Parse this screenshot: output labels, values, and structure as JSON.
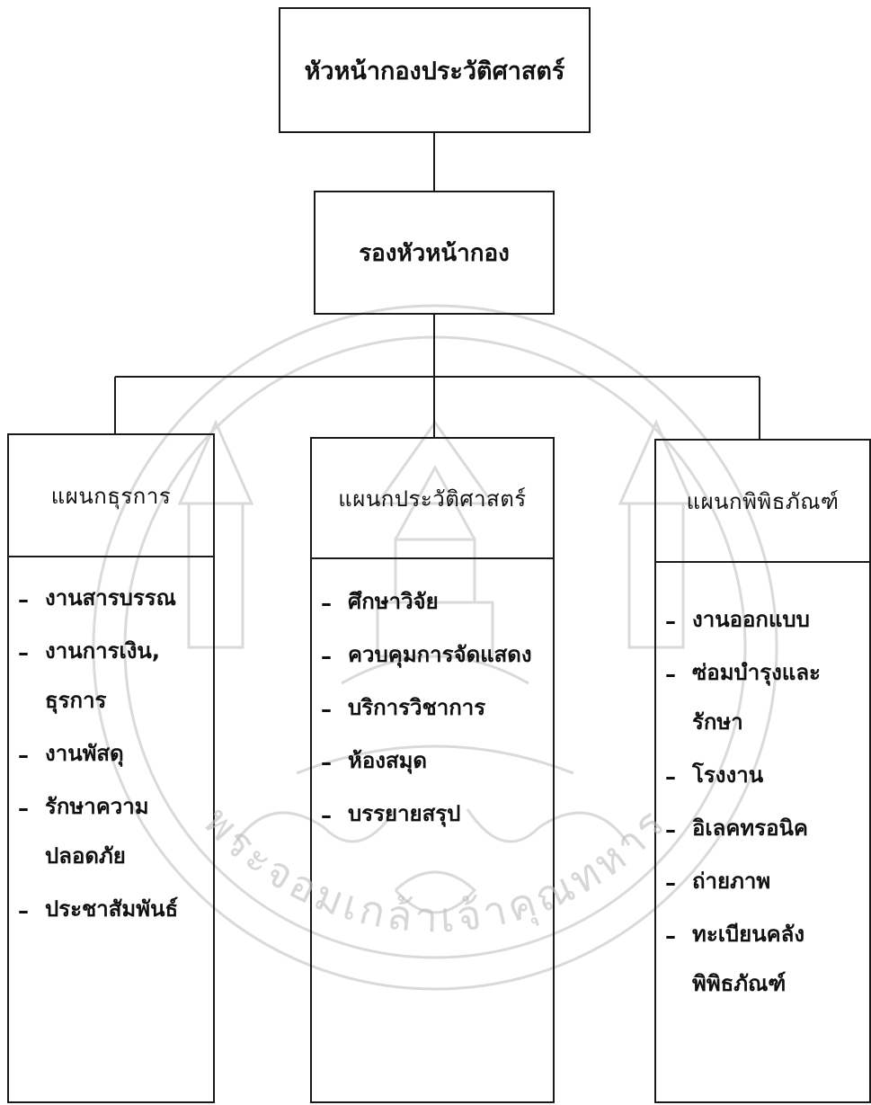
{
  "org_chart": {
    "head": {
      "title": "หัวหน้ากองประวัติศาสตร์"
    },
    "deputy": {
      "title": "รองหัวหน้ากอง"
    },
    "departments": [
      {
        "name": "แผนกธุรการ",
        "items": [
          "งานสารบรรณ",
          "งานการเงิน, ธุรการ",
          "งานพัสดุ",
          "รักษาความปลอดภัย",
          "ประชาสัมพันธ์"
        ]
      },
      {
        "name": "แผนกประวัติศาสตร์",
        "items": [
          "ศึกษาวิจัย",
          "ควบคุมการจัดแสดง",
          "บริการวิชาการ",
          "ห้องสมุด",
          "บรรยายสรุป"
        ]
      },
      {
        "name": "แผนกพิพิธภัณฑ์",
        "items": [
          "งานออกแบบ",
          "ซ่อมบำรุงและรักษา",
          "โรงงาน",
          "อิเลคทรอนิค",
          "ถ่ายภาพ",
          "ทะเบียนคลังพิพิธภัณฑ์"
        ]
      }
    ],
    "item_marker": "–"
  },
  "watermark": {
    "text": "พระจอมเกล้าเจ้าคุณทหาร",
    "color": "#9a9a9a"
  }
}
